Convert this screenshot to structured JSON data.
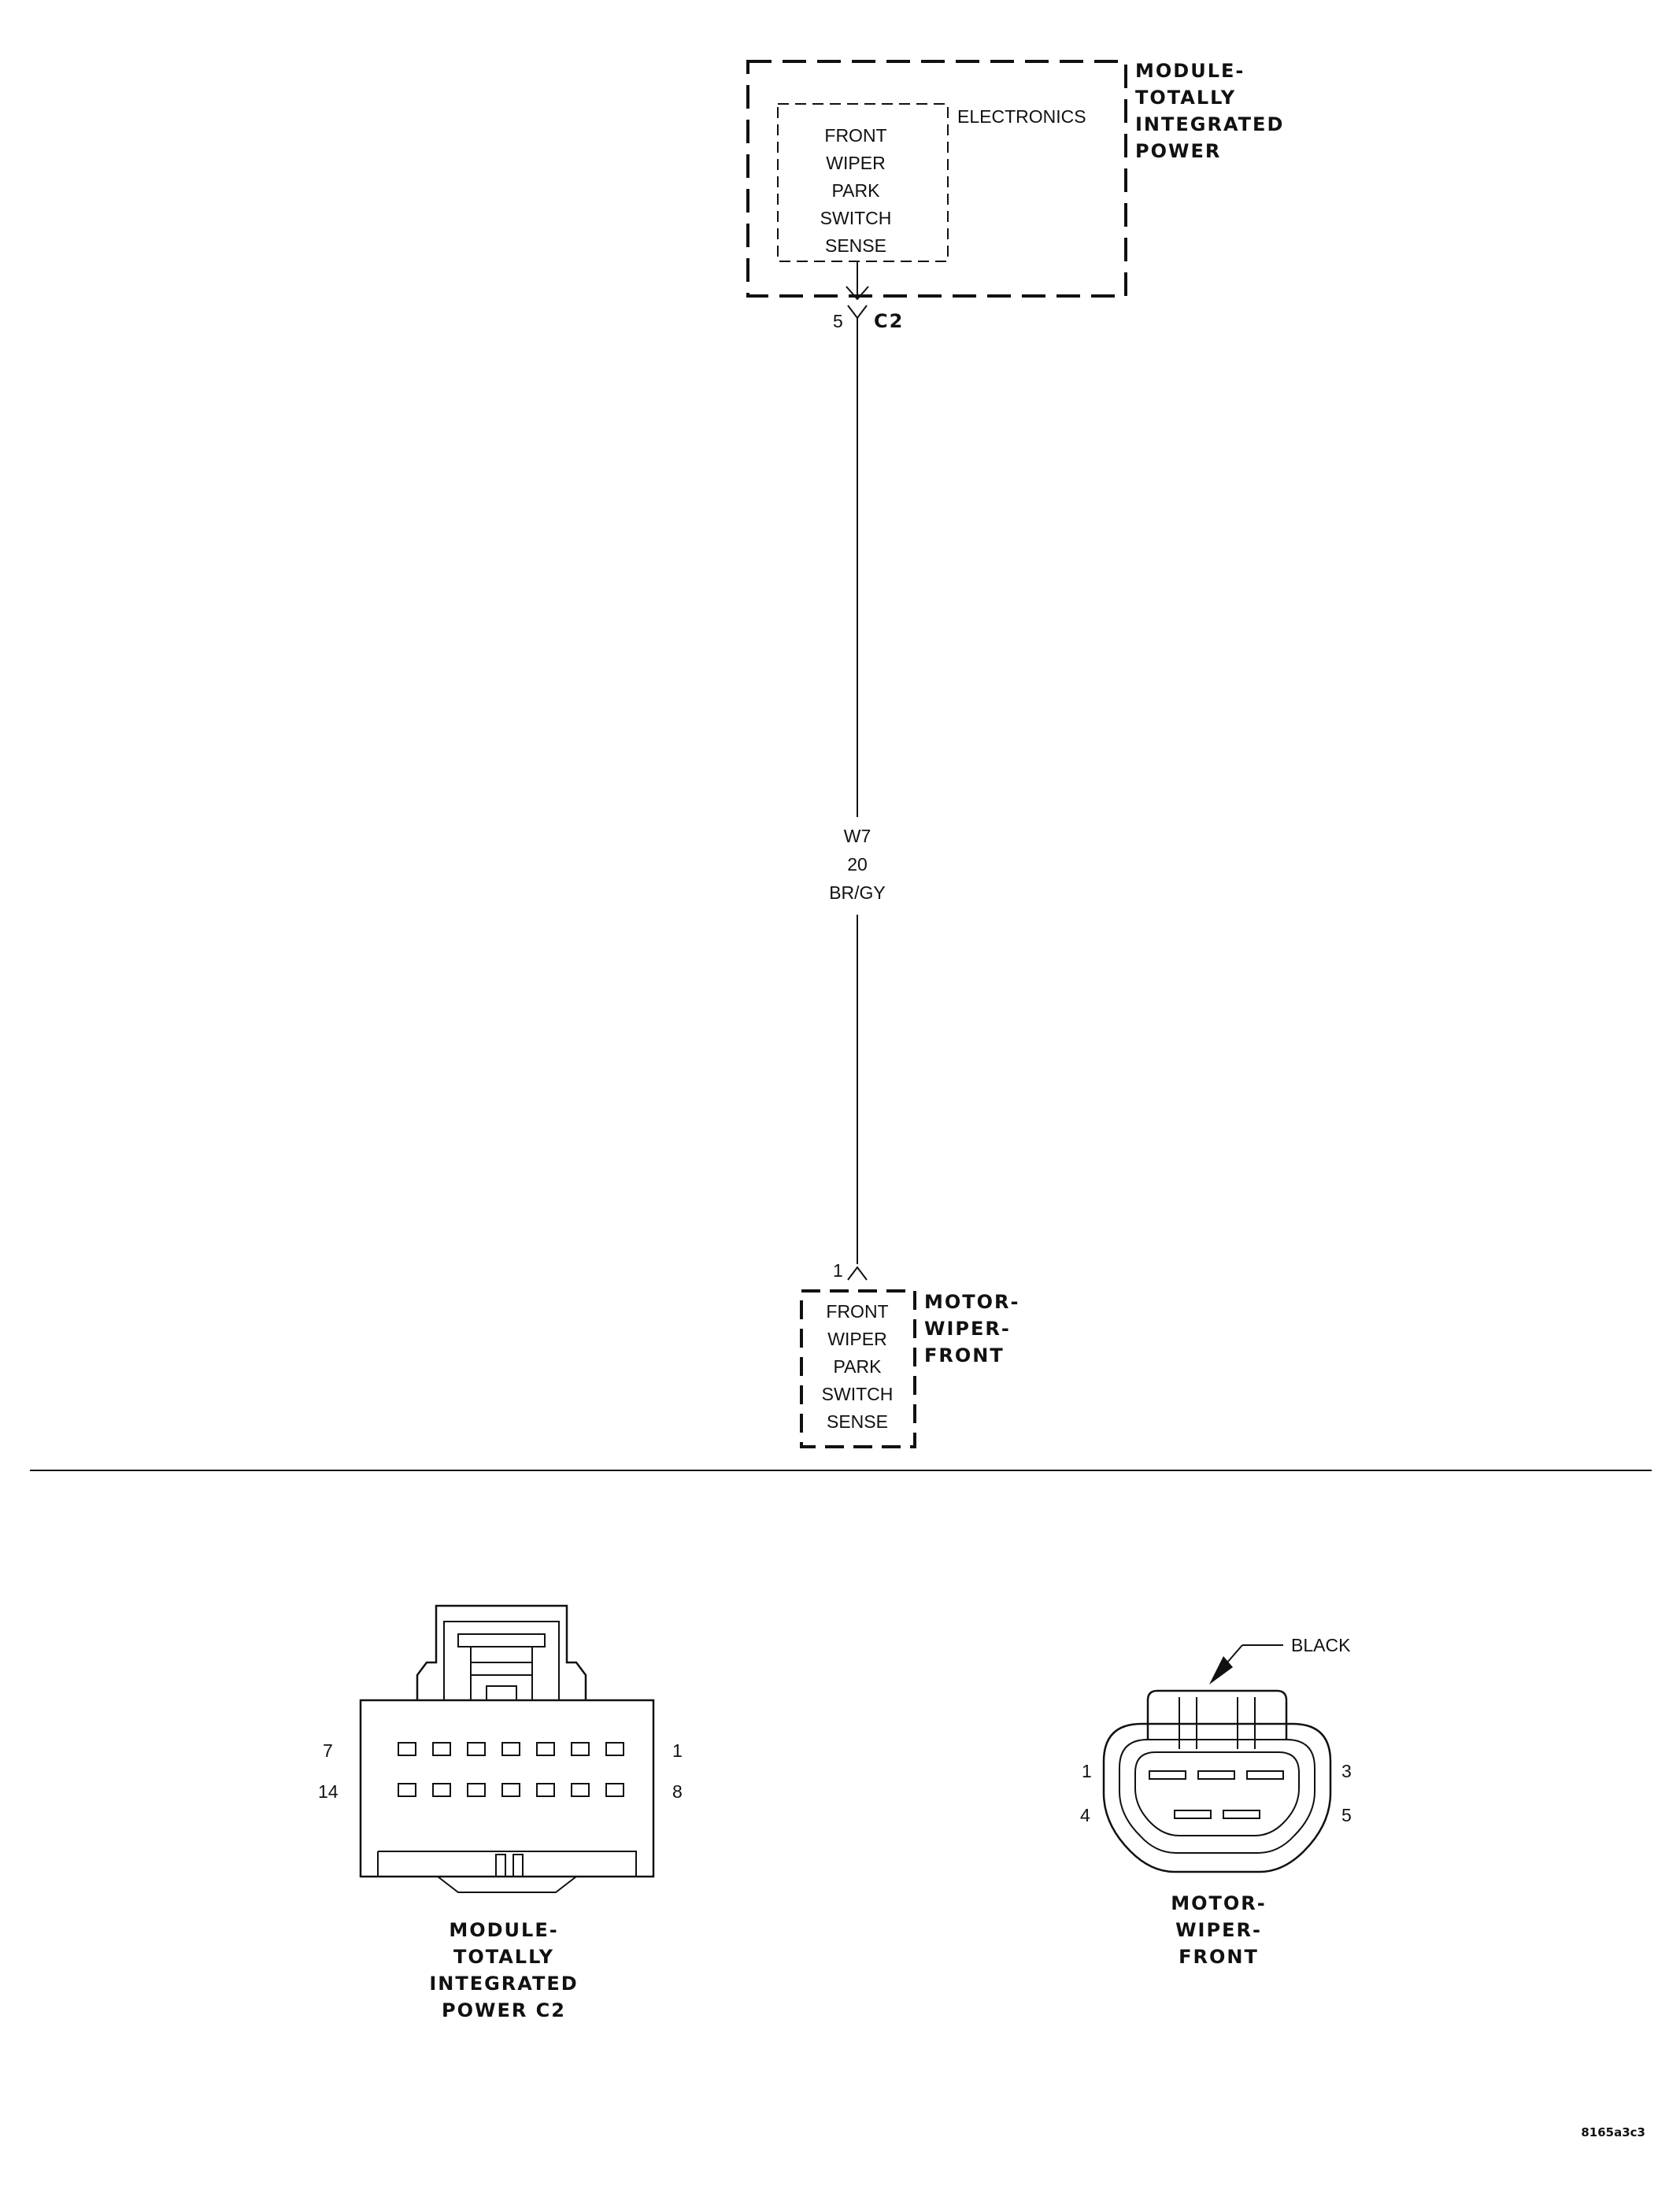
{
  "tipm": {
    "title_lines": [
      "MODULE-",
      "TOTALLY",
      "INTEGRATED",
      "POWER"
    ],
    "section_label": "ELECTRONICS",
    "function_lines": [
      "FRONT",
      "WIPER",
      "PARK",
      "SWITCH",
      "SENSE"
    ],
    "pin": "5",
    "connector": "C2"
  },
  "wire": {
    "circuit": "W7",
    "gauge": "20",
    "color": "BR/GY"
  },
  "motor": {
    "title_lines": [
      "MOTOR-",
      "WIPER-",
      "FRONT"
    ],
    "function_lines": [
      "FRONT",
      "WIPER",
      "PARK",
      "SWITCH",
      "SENSE"
    ],
    "pin": "1"
  },
  "connector_views": {
    "tipm_c2": {
      "caption_lines": [
        "MODULE-",
        "TOTALLY",
        "INTEGRATED",
        "POWER C2"
      ],
      "pin_top_left": "7",
      "pin_top_right": "1",
      "pin_bottom_left": "14",
      "pin_bottom_right": "8"
    },
    "motor": {
      "caption_lines": [
        "MOTOR-",
        "WIPER-",
        "FRONT"
      ],
      "color_callout": "BLACK",
      "pin_1": "1",
      "pin_3": "3",
      "pin_4": "4",
      "pin_5": "5"
    }
  },
  "figure_id": "8165a3c3"
}
